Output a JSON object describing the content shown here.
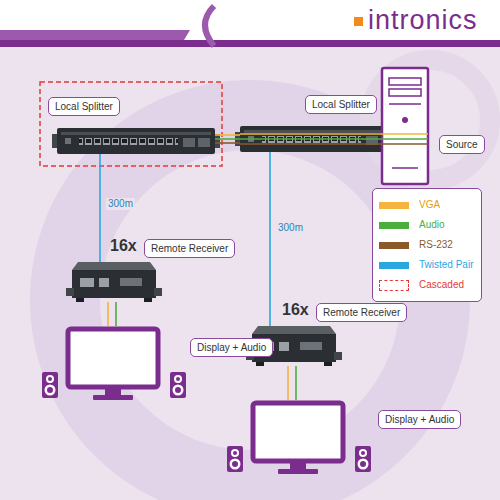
{
  "diagram": {
    "nodes": [
      {
        "text": [
          "Local Splitter"
        ]
      },
      {
        "text": [
          "Local Splitter"
        ]
      },
      {
        "text": [
          "Source"
        ]
      },
      {
        "text": [
          "16x",
          "Remote Receiver"
        ]
      },
      {
        "text": [
          "Display + Audio"
        ]
      },
      {
        "text": [
          "16x",
          "Remote Receiver"
        ]
      },
      {
        "text": [
          "Display + Audio"
        ]
      }
    ],
    "edges": [
      {
        "from": 2,
        "to": 1,
        "arrow": "none"
      },
      {
        "from": 1,
        "to": 0,
        "arrow": "none"
      },
      {
        "from": 0,
        "to": 3,
        "label": "300m",
        "arrow": "none"
      },
      {
        "from": 1,
        "to": 5,
        "label": "300m",
        "arrow": "none"
      },
      {
        "from": 3,
        "to": 4,
        "arrow": "none"
      },
      {
        "from": 5,
        "to": 6,
        "arrow": "none"
      }
    ],
    "labels": [
      "intronics"
    ],
    "legend": [
      {
        "text": "VGA",
        "color": "#f6b33d"
      },
      {
        "text": "Audio",
        "color": "#4cae3c"
      },
      {
        "text": "RS-232",
        "color": "#8b5a2b"
      },
      {
        "text": "Twisted Pair",
        "color": "#2aa7df"
      },
      {
        "text": "Cascaded"
      }
    ]
  }
}
